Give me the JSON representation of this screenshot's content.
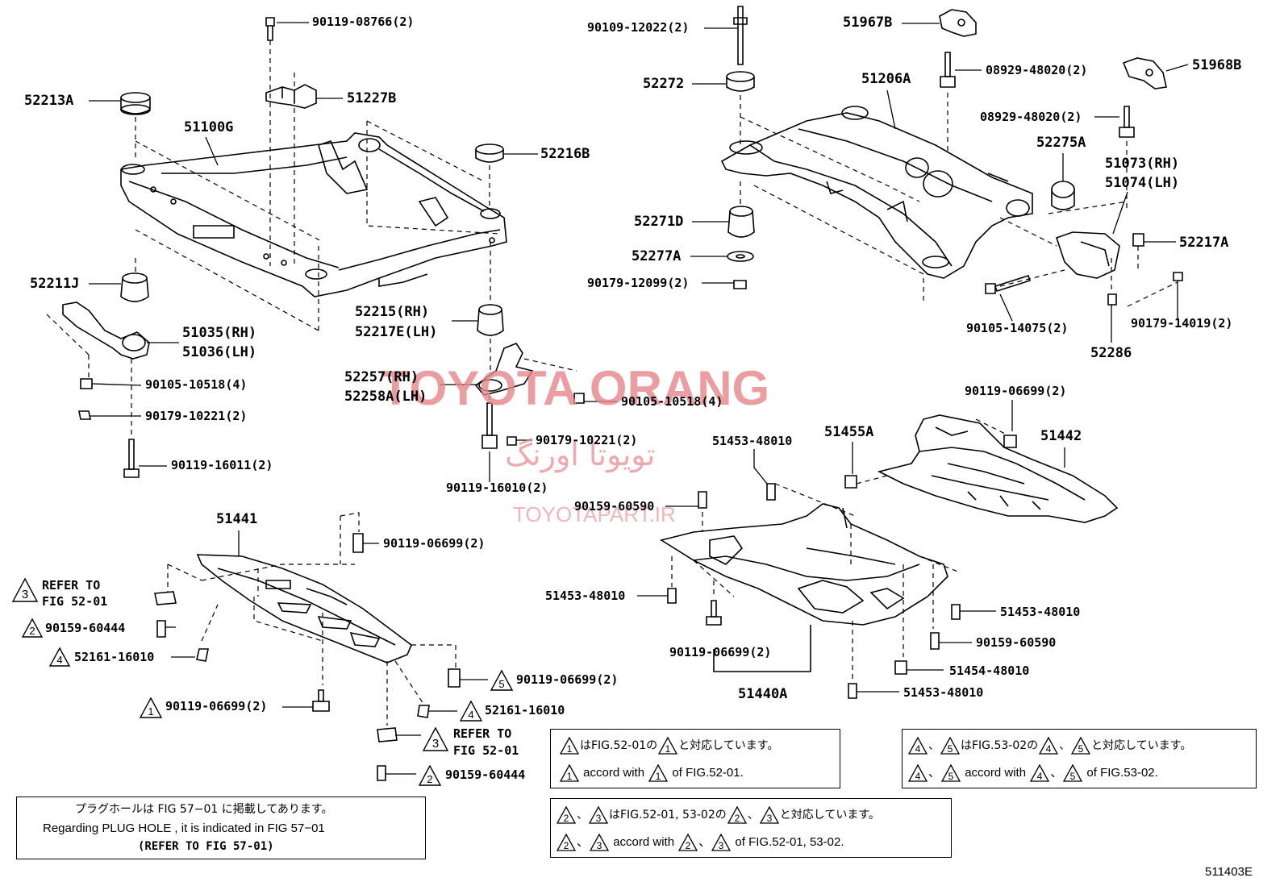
{
  "watermark": {
    "brand": "TOYOTA ORANG",
    "brand_fa": "تویوتا اورنگ",
    "site": "TOYOTAPART.IR",
    "color": "#e6878c"
  },
  "labels": {
    "p90119_08766": "90119-08766(2)",
    "p52213a": "52213A",
    "p51227b": "51227B",
    "p51100g": "51100G",
    "p52216b": "52216B",
    "p52211j": "52211J",
    "p51035": "51035(RH)",
    "p51036": "51036(LH)",
    "p90105_10518_4a": "90105-10518(4)",
    "p90179_10221_2a": "90179-10221(2)",
    "p90119_16011": "90119-16011(2)",
    "p52215": "52215(RH)",
    "p52217e": "52217E(LH)",
    "p52257": "52257(RH)",
    "p52258a": "52258A(LH)",
    "p90105_10518_4b": "90105-10518(4)",
    "p90179_10221_2b": "90179-10221(2)",
    "p90119_16010": "90119-16010(2)",
    "p90109_12022": "90109-12022(2)",
    "p52272": "52272",
    "p52271d": "52271D",
    "p52277a": "52277A",
    "p90179_12099": "90179-12099(2)",
    "p51967b": "51967B",
    "p08929_a": "08929-48020(2)",
    "p51206a": "51206A",
    "p51968b": "51968B",
    "p08929_b": "08929-48020(2)",
    "p52275a": "52275A",
    "p51073": "51073(RH)",
    "p51074": "51074(LH)",
    "p52217a": "52217A",
    "p90105_14075": "90105-14075(2)",
    "p90179_14019": "90179-14019(2)",
    "p52286": "52286",
    "p90119_06699_r": "90119-06699(2)",
    "p51442": "51442",
    "p51455a": "51455A",
    "p51453_top": "51453-48010",
    "p90159_60590_a": "90159-60590",
    "p51453_left": "51453-48010",
    "p51453_right": "51453-48010",
    "p90159_60590_b": "90159-60590",
    "p51454": "51454-48010",
    "p51453_bot": "51453-48010",
    "p90119_06699_m": "90119-06699(2)",
    "p51440a": "51440A",
    "p51441": "51441",
    "p90119_06699_t": "90119-06699(2)",
    "refer_to": "REFER TO",
    "fig_52_01": "FIG 52-01",
    "p90159_60444_a": "90159-60444",
    "p52161_a": "52161-16010",
    "p90119_06699_5": "90119-06699(2)",
    "p90119_06699_1": "90119-06699(2)",
    "p52161_b": "52161-16010",
    "p90159_60444_b": "90159-60444",
    "diagram_code": "511403E"
  },
  "tri_marks": {
    "t1": "1",
    "t2": "2",
    "t3": "3",
    "t4": "4",
    "t5": "5"
  },
  "notes": {
    "plug_jp": "プラグホールは FIG 57−01 に掲載してあります。",
    "plug_en": "Regarding  PLUG  HOLE , it is indicated in FIG  57−01",
    "plug_ref": "(REFER TO FIG 57-01)",
    "n1_jp_a": "はFIG.52-01の",
    "n1_jp_b": "と対応しています。",
    "n1_en_a": "accord with",
    "n1_en_b": "of FIG.52-01.",
    "n45_sep": "、",
    "n45_jp_a": "はFIG.53-02の",
    "n45_jp_b": "と対応しています。",
    "n45_en_a": "accord with",
    "n45_en_b": "of FIG.53-02.",
    "n23_jp_a": "はFIG.52-01, 53-02の",
    "n23_jp_b": "と対応しています。",
    "n23_en_a": "accord with",
    "n23_en_b": "of FIG.52-01, 53-02."
  }
}
